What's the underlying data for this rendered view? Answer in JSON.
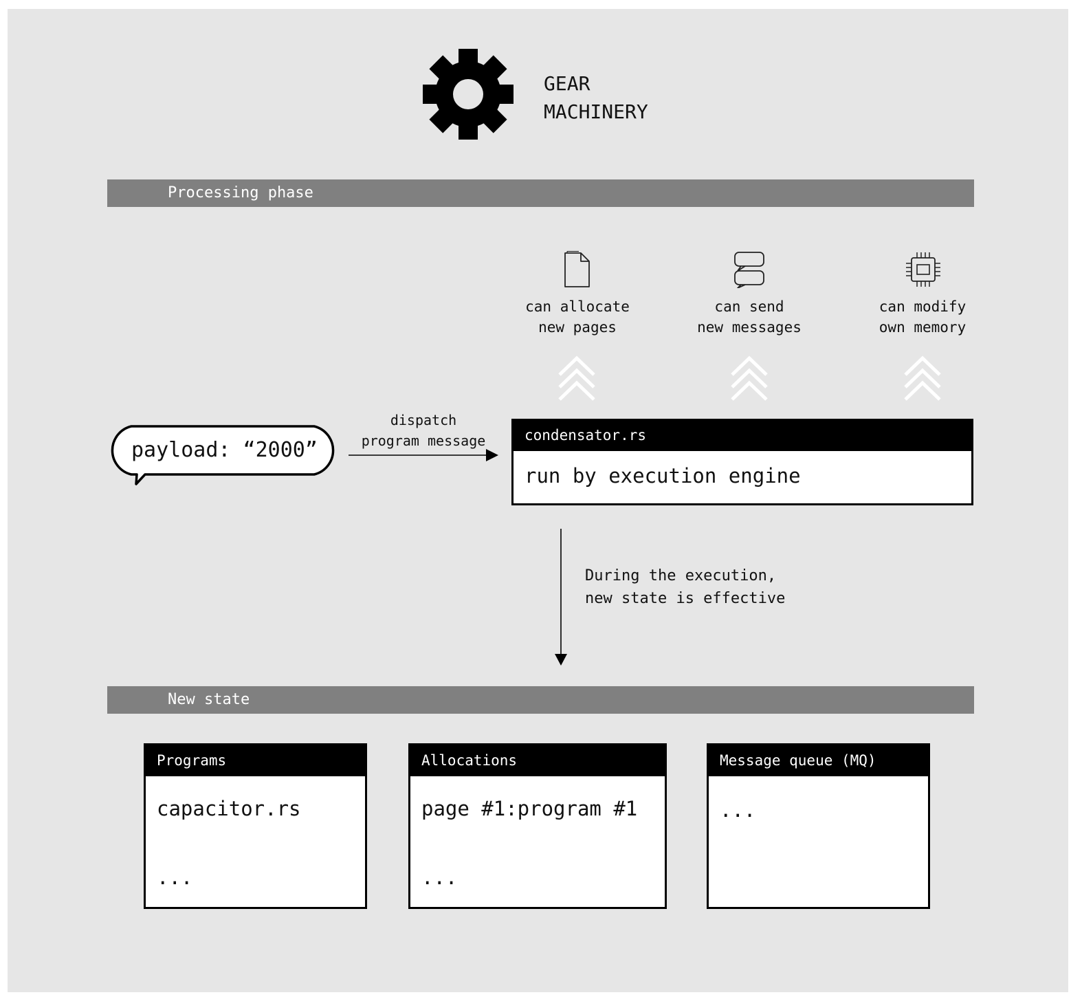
{
  "header": {
    "title_line1": "GEAR",
    "title_line2": "MACHINERY",
    "logo_icon": "gear-icon"
  },
  "processing_bar": {
    "label": "Processing phase"
  },
  "capabilities": [
    {
      "icon": "document-icon",
      "line1": "can allocate",
      "line2": "new pages"
    },
    {
      "icon": "chat-bubbles-icon",
      "line1": "can send",
      "line2": "new messages"
    },
    {
      "icon": "chip-icon",
      "line1": "can modify",
      "line2": "own memory"
    }
  ],
  "message": {
    "payload": "payload: “2000”"
  },
  "dispatch": {
    "line1": "dispatch",
    "line2": "program message"
  },
  "program_box": {
    "title": "condensator.rs",
    "body": "run by execution engine"
  },
  "execution_note": {
    "line1": "During the execution,",
    "line2": "new state is effective"
  },
  "state_bar": {
    "label": "New state"
  },
  "state_panels": {
    "programs": {
      "title": "Programs",
      "line1": "capacitor.rs",
      "line2": "..."
    },
    "allocations": {
      "title": "Allocations",
      "line1": "page #1:program #1",
      "line2": "..."
    },
    "queue": {
      "title": "Message queue (MQ)",
      "line1": "..."
    }
  },
  "colors": {
    "background": "#e6e6e6",
    "bar": "#808080",
    "ink": "#000000",
    "panel": "#ffffff"
  }
}
